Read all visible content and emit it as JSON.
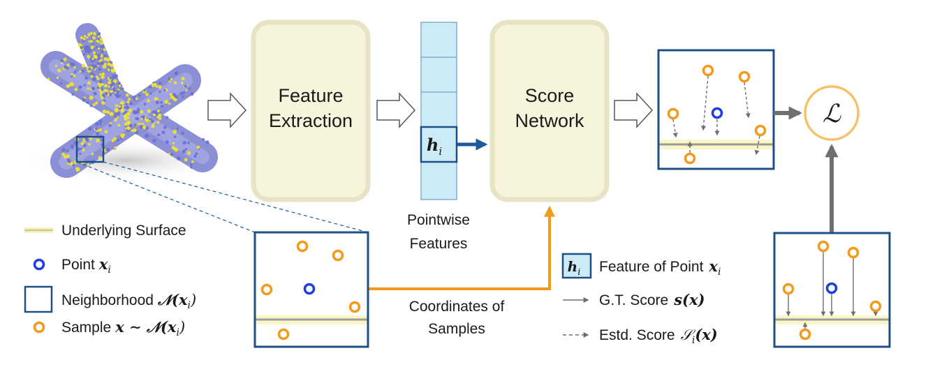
{
  "blocks": {
    "feature_extraction": "Feature Extraction",
    "score_network": "Score Network"
  },
  "features": {
    "hi_symbol": "h",
    "hi_sub": "i",
    "caption_line1": "Pointwise",
    "caption_line2": "Features"
  },
  "samples_caption": {
    "line1": "Coordinates of",
    "line2": "Samples"
  },
  "loss_symbol": "ℒ",
  "legend_left": {
    "underlying_surface": "Underlying Surface",
    "point_label": "Point",
    "point_math": "x",
    "point_sub": "i",
    "neighborhood_label": "Neighborhood",
    "neighborhood_math": "𝒩(x",
    "neighborhood_sub": "i",
    "neighborhood_close": ")",
    "sample_label": "Sample",
    "sample_math": "x ∼ 𝒩(x",
    "sample_sub": "i",
    "sample_close": ")"
  },
  "legend_right": {
    "feature_label": "Feature of Point",
    "feature_math": "x",
    "feature_sub": "i",
    "gt_label": "G.T. Score",
    "gt_math": "s(x)",
    "estd_label": "Estd. Score",
    "estd_math": "𝒮",
    "estd_sub": "i",
    "estd_tail": "(x)"
  },
  "colors": {
    "block_fill": "#f7f4dc",
    "block_stroke": "#e8e3c4",
    "panel_stroke": "#1c4f86",
    "feature_cell": "#cdeaf7",
    "feature_stroke": "#7fb0d2",
    "orange": "#f39a1d",
    "blue_point": "#1f3ee0",
    "surface": "#faf6c5",
    "surface_line": "#9a9a9a",
    "arrow_gray": "#6f6f6f",
    "arrow_blue": "#1c5a99"
  }
}
